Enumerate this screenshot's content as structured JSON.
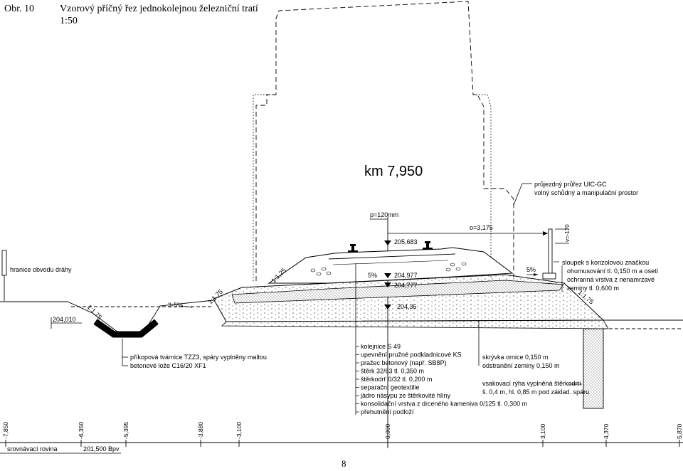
{
  "header": {
    "figure": "Obr. 10",
    "title": "Vzorový příčný řez jednokolejnou železniční tratí",
    "scale": "1:50"
  },
  "km": "km 7,950",
  "clearance": {
    "line1": "průjezdný průřez UIC-GC",
    "line2": "volný schůdný a manipulační prostor"
  },
  "p_label": "p=120mm",
  "o_label": "o=3,175",
  "v_label": "v=-170",
  "levels": {
    "rail_top": "205,683",
    "subgrade_mid": "204,977",
    "subgrade_low": "204,777",
    "formation": "204,36",
    "ditch": "204,010"
  },
  "slopes": {
    "s1": "1:1,25",
    "s2": "1:1,75",
    "s3": "1:1,75",
    "s4": "1:1,75",
    "pct_left": "5%",
    "pct_right": "5%",
    "ditch_grade": "3-5%"
  },
  "boundary": "hranice obvodu dráhy",
  "right_notes": {
    "post": "sloupek s konzolovou značkou",
    "topsoil1": "ohumusování tl. 0,150 m a osetí",
    "topsoil2": "ochranná vrstva z nenamrzavé",
    "topsoil3": "zeminy tl. 0,600 m"
  },
  "ditch_notes": {
    "l1": "příkopová tvárnice TZZ3, spáry vyplněny maltou",
    "l2": "betonové lože C16/20 XF1"
  },
  "layers": [
    "kolejnice S 49",
    "upevnění pružné podkladnicové KS",
    "pražec betonový (např. SB8P)",
    "štěrk 32/63 tl. 0,350 m",
    "štěrkodrť 0/32 tl. 0,200 m",
    "separační geotextilie",
    "jádro násypu ze štěrkovité hlíny",
    "konsolidační vrstva z drceného kameniva 0/125 tl. 0,300 m",
    "přehutnění podloží"
  ],
  "strip_notes": {
    "l1": "skrývka ornice 0,150 m",
    "l2": "odstranění zeminy 0,150 m"
  },
  "trench_notes": {
    "l1": "vsakovací rýha vyplněná štěrkodrtí",
    "l2": "š. 0,4 m, hl. 0,85 m pod základ. spáru"
  },
  "datum": {
    "label": "srovnávací rovina",
    "value": "201,500 Bpv"
  },
  "stations": [
    "-7,850",
    "-6,350",
    "-5,395",
    "-3,880",
    "-3,100",
    "0,000",
    "3,100",
    "4,370",
    "5,870"
  ],
  "page_number": "8"
}
